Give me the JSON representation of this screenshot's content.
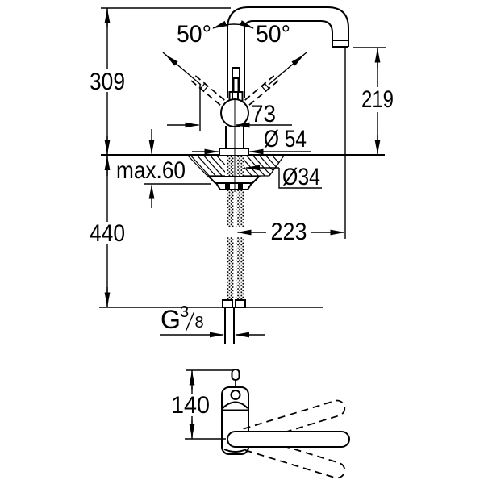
{
  "drawing": {
    "colors": {
      "line": "#000000",
      "background": "#ffffff"
    },
    "dimensions": {
      "height_above_deck": "309",
      "swivel_left": "50°",
      "swivel_right": "50°",
      "handle_offset": "73",
      "spout_clearance": "219",
      "base_diameter": "Ø 54",
      "deck_thickness": "max.60",
      "hole_diameter": "Ø34",
      "hose_length": "440",
      "spout_reach": "223",
      "thread_g": "G",
      "thread_numerator": "3",
      "thread_denominator": "8",
      "body_depth": "140"
    }
  }
}
